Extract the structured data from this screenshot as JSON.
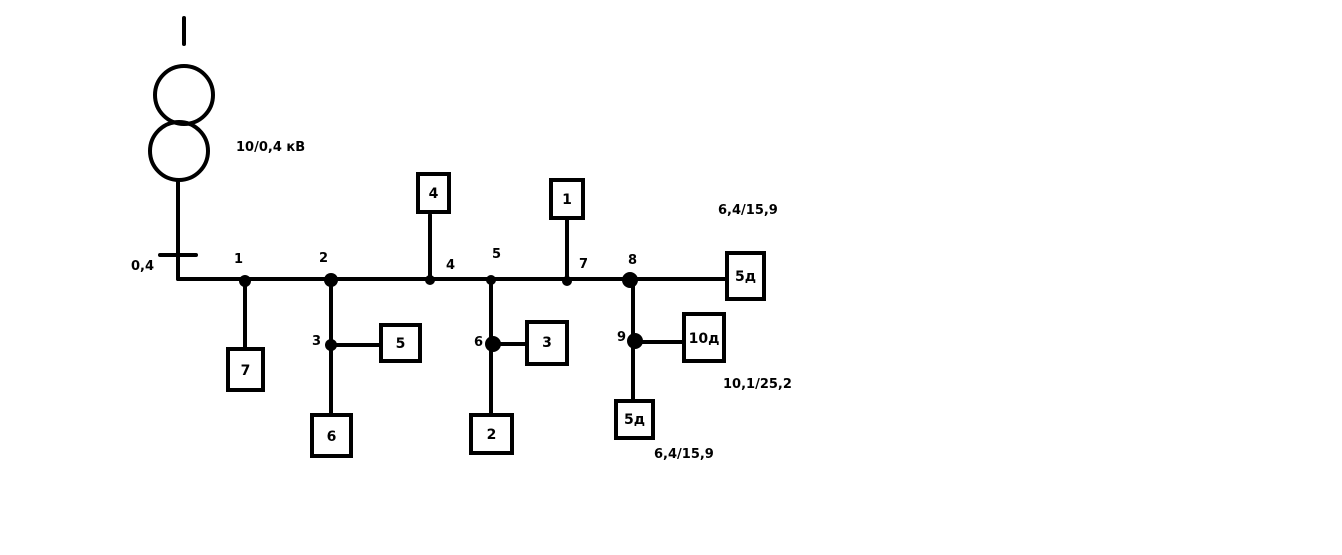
{
  "transformer": {
    "rating_label": "10/0,4 кВ"
  },
  "bus": {
    "voltage_label": "0,4"
  },
  "node_labels": [
    "1",
    "2",
    "3",
    "4",
    "5",
    "6",
    "7",
    "8",
    "9"
  ],
  "loads": [
    "4",
    "1",
    "5д",
    "7",
    "5",
    "6",
    "3",
    "2",
    "10д",
    "5д"
  ],
  "annotations": [
    "6,4/15,9",
    "10,1/25,2",
    "6,4/15,9"
  ]
}
